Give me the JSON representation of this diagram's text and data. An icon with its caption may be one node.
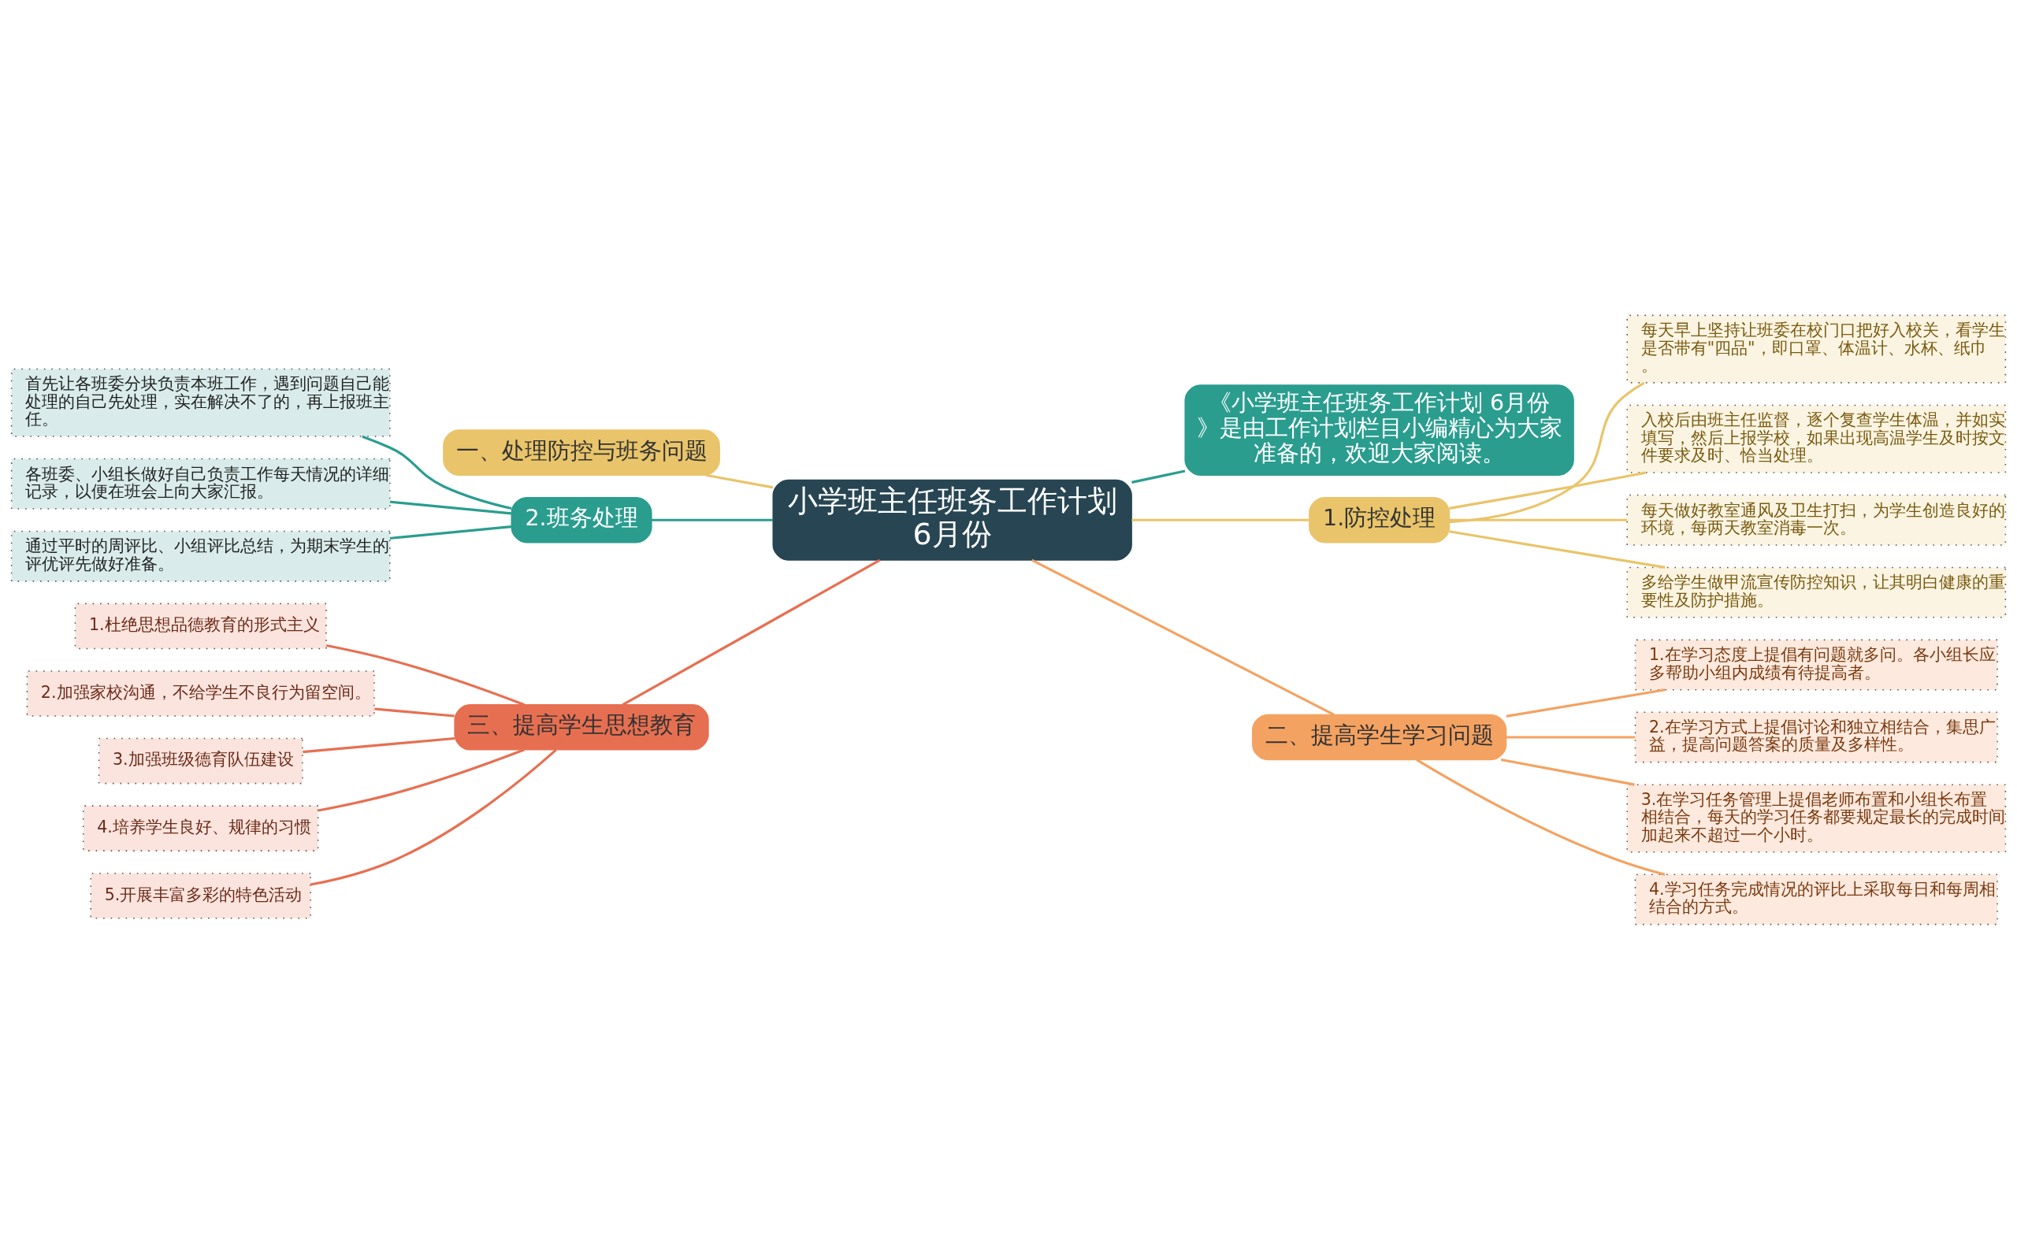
{
  "diagram": {
    "nodes": [
      {
        "text": [
          "小学班主任班务工作计划 6月份"
        ]
      },
      {
        "text": [
          "一、处理防控与班务问题"
        ]
      },
      {
        "text": [
          "2.班务处理"
        ]
      },
      {
        "text": [
          "首先让各班委分块负责本班工作，遇到问题自己能处理的自己先处理，实在解决不了的，再上报班主任。"
        ]
      },
      {
        "text": [
          "各班委、小组长做好自己负责工作每天情况的详细记录，以便在班会上向大家汇报。"
        ]
      },
      {
        "text": [
          "通过平时的周评比、小组评比总结，为期末学生的评优评先做好准备。"
        ]
      },
      {
        "text": [
          "三、提高学生思想教育"
        ]
      },
      {
        "text": [
          "1.杜绝思想品德教育的形式主义"
        ]
      },
      {
        "text": [
          "2.加强家校沟通，不给学生不良行为留空间。"
        ]
      },
      {
        "text": [
          "3.加强班级德育队伍建设"
        ]
      },
      {
        "text": [
          "4.培养学生良好、规律的习惯"
        ]
      },
      {
        "text": [
          "5.开展丰富多彩的特色活动"
        ]
      },
      {
        "text": [
          "《小学班主任班务工作计划 6月份》是由工作计划栏目小编精心为大家准备的，欢迎大家阅读。"
        ]
      },
      {
        "text": [
          "1.防控处理"
        ]
      },
      {
        "text": [
          "每天早上坚持让班委在校门口把好入校关，看学生是否带有\"四品\"，即口罩、体温计、水杯、纸巾。"
        ]
      },
      {
        "text": [
          "入校后由班主任监督，逐个复查学生体温，并如实填写，然后上报学校，如果出现高温学生及时按文件要求及时、恰当处理。"
        ]
      },
      {
        "text": [
          "每天做好教室通风及卫生打扫，为学生创造良好的环境，每两天教室消毒一次。"
        ]
      },
      {
        "text": [
          "多给学生做甲流宣传防控知识，让其明白健康的重要性及防护措施。"
        ]
      },
      {
        "text": [
          "二、提高学生学习问题"
        ]
      },
      {
        "text": [
          "1.在学习态度上提倡有问题就多问。各小组长应多帮助小组内成绩有待提高者。"
        ]
      },
      {
        "text": [
          "2.在学习方式上提倡讨论和独立相结合，集思广益，提高问题答案的质量及多样性。"
        ]
      },
      {
        "text": [
          "3.在学习任务管理上提倡老师布置和小组长布置相结合，每天的学习任务都要规定最长的完成时间加起来不超过一个小时。"
        ]
      },
      {
        "text": [
          "4.学习任务完成情况的评比上采取每日和每周相结合的方式。"
        ]
      }
    ],
    "edges": [
      {
        "from": 1,
        "to": 0,
        "arrow": "none",
        "color": "#e9c46a"
      },
      {
        "from": 3,
        "to": 2,
        "arrow": "none",
        "color": "#2a9d8f"
      },
      {
        "from": 4,
        "to": 2,
        "arrow": "none",
        "color": "#2a9d8f"
      },
      {
        "from": 5,
        "to": 2,
        "arrow": "none",
        "color": "#2a9d8f"
      },
      {
        "from": 2,
        "to": 0,
        "arrow": "none",
        "color": "#2a9d8f"
      },
      {
        "from": 7,
        "to": 6,
        "arrow": "none",
        "color": "#e76f51"
      },
      {
        "from": 8,
        "to": 6,
        "arrow": "none",
        "color": "#e76f51"
      },
      {
        "from": 9,
        "to": 6,
        "arrow": "none",
        "color": "#e76f51"
      },
      {
        "from": 10,
        "to": 6,
        "arrow": "none",
        "color": "#e76f51"
      },
      {
        "from": 11,
        "to": 6,
        "arrow": "none",
        "color": "#e76f51"
      },
      {
        "from": 6,
        "to": 0,
        "arrow": "none",
        "color": "#e76f51"
      },
      {
        "from": 0,
        "to": 12,
        "arrow": "none",
        "color": "#2a9d8f"
      },
      {
        "from": 0,
        "to": 13,
        "arrow": "none",
        "color": "#e9c46a"
      },
      {
        "from": 13,
        "to": 14,
        "arrow": "none",
        "color": "#e9c46a"
      },
      {
        "from": 13,
        "to": 15,
        "arrow": "none",
        "color": "#e9c46a"
      },
      {
        "from": 13,
        "to": 16,
        "arrow": "none",
        "color": "#e9c46a"
      },
      {
        "from": 13,
        "to": 17,
        "arrow": "none",
        "color": "#e9c46a"
      },
      {
        "from": 0,
        "to": 18,
        "arrow": "none",
        "color": "#f4a261"
      },
      {
        "from": 18,
        "to": 19,
        "arrow": "none",
        "color": "#f4a261"
      },
      {
        "from": 18,
        "to": 20,
        "arrow": "none",
        "color": "#f4a261"
      },
      {
        "from": 18,
        "to": 21,
        "arrow": "none",
        "color": "#f4a261"
      },
      {
        "from": 18,
        "to": 22,
        "arrow": "none",
        "color": "#f4a261"
      }
    ]
  }
}
